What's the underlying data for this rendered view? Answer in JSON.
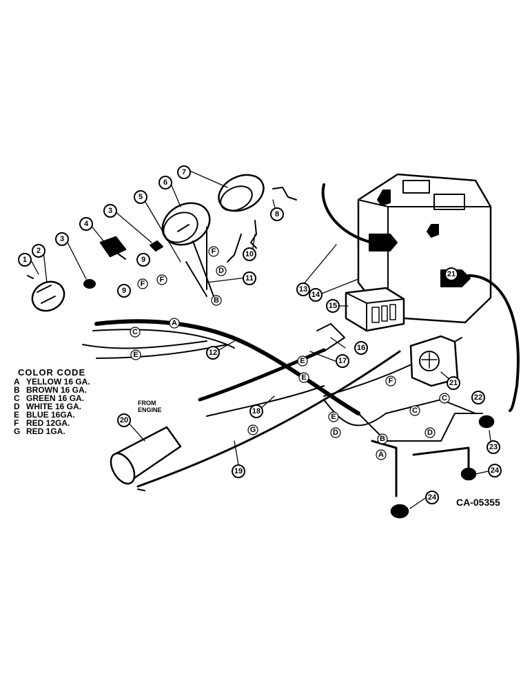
{
  "callouts": [
    {
      "n": "1"
    },
    {
      "n": "2"
    },
    {
      "n": "3"
    },
    {
      "n": "4"
    },
    {
      "n": "5"
    },
    {
      "n": "6"
    },
    {
      "n": "7"
    },
    {
      "n": "8"
    },
    {
      "n": "3"
    },
    {
      "n": "9"
    },
    {
      "n": "9"
    },
    {
      "n": "10"
    },
    {
      "n": "11"
    },
    {
      "n": "12"
    },
    {
      "n": "13"
    },
    {
      "n": "14"
    },
    {
      "n": "15"
    },
    {
      "n": "16"
    },
    {
      "n": "17"
    },
    {
      "n": "18"
    },
    {
      "n": "19"
    },
    {
      "n": "20"
    },
    {
      "n": "21"
    },
    {
      "n": "21"
    },
    {
      "n": "22"
    },
    {
      "n": "23"
    },
    {
      "n": "24"
    },
    {
      "n": "24"
    }
  ],
  "wire_letters": [
    "F",
    "F",
    "F",
    "D",
    "B",
    "A",
    "C",
    "E",
    "E",
    "E",
    "F",
    "C",
    "C",
    "E",
    "D",
    "D",
    "B",
    "A",
    "G"
  ],
  "legend": {
    "title": "COLOR CODE",
    "rows": [
      {
        "code": "A",
        "text": "YELLOW 16 GA."
      },
      {
        "code": "B",
        "text": "BROWN 16 GA."
      },
      {
        "code": "C",
        "text": "GREEN 16 GA."
      },
      {
        "code": "D",
        "text": "WHITE 16 GA."
      },
      {
        "code": "E",
        "text": "BLUE 16GA."
      },
      {
        "code": "F",
        "text": "RED 12GA."
      },
      {
        "code": "G",
        "text": "RED 1GA."
      }
    ]
  },
  "from_engine_label": "FROM ENGINE",
  "figure_id": "CA-05355"
}
